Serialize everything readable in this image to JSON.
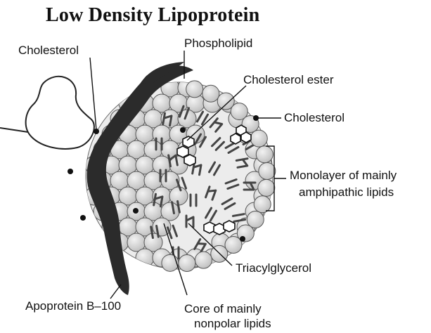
{
  "title": "Low Density Lipoprotein",
  "labels": {
    "cholesterol_left": "Cholesterol",
    "phospholipid": "Phospholipid",
    "cholesterol_ester": "Cholesterol ester",
    "cholesterol_right": "Cholesterol",
    "monolayer_line1": "Monolayer of mainly",
    "monolayer_line2": "amphipathic lipids",
    "triacylglycerol": "Triacylglycerol",
    "apoprotein": "Apoprotein B–100",
    "core_line1": "Core of mainly",
    "core_line2": "nonpolar lipids"
  },
  "colors": {
    "sphere_fill": "#d6d6d6",
    "sphere_stroke": "#555555",
    "core_fill": "#e8e8e8",
    "apoprotein": "#2b2b2b",
    "lipid_mark": "#444444",
    "line": "#111111"
  }
}
